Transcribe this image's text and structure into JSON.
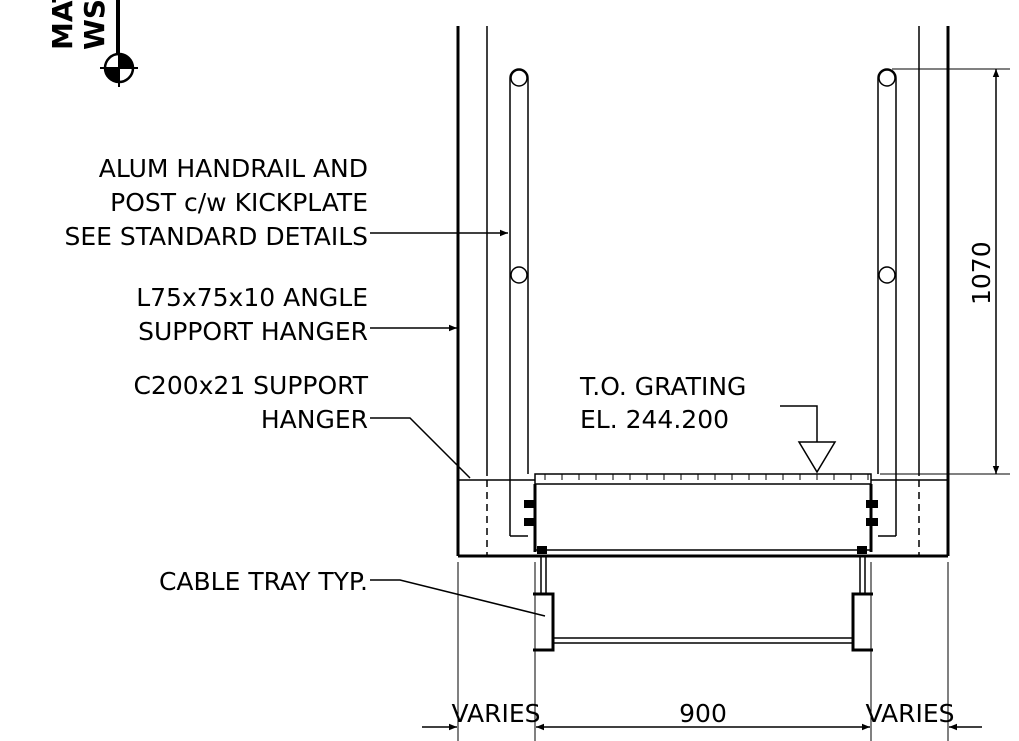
{
  "corner_label": {
    "line1": "MAT",
    "line2": "WS-"
  },
  "labels": {
    "handrail": [
      "ALUM HANDRAIL AND",
      "POST c/w KICKPLATE",
      "SEE STANDARD DETAILS"
    ],
    "angle_hanger": [
      "L75x75x10 ANGLE",
      "SUPPORT HANGER"
    ],
    "channel_hanger": [
      "C200x21 SUPPORT",
      "HANGER"
    ],
    "grating": [
      "T.O. GRATING",
      "EL. 244.200"
    ],
    "cable_tray": "CABLE TRAY TYP."
  },
  "dimensions": {
    "height": "1070",
    "left_varies": "VARIES",
    "width": "900",
    "right_varies": "VARIES"
  }
}
